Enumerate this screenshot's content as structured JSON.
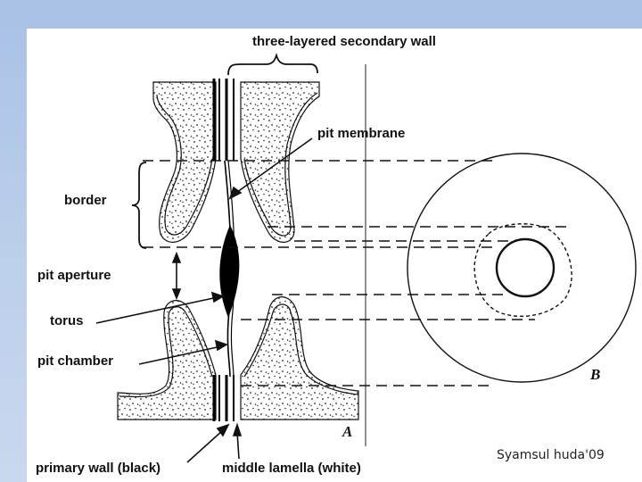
{
  "labels": {
    "secondary_wall": "three-layered secondary wall",
    "pit_membrane": "pit membrane",
    "border": "border",
    "pit_aperture": "pit aperture",
    "torus": "torus",
    "pit_chamber": "pit chamber",
    "primary_wall": "primary wall (black)",
    "middle_lamella": "middle lamella (white)"
  },
  "panel_letters": {
    "a": "A",
    "b": "B"
  },
  "credit": "Syamsul huda'09"
}
